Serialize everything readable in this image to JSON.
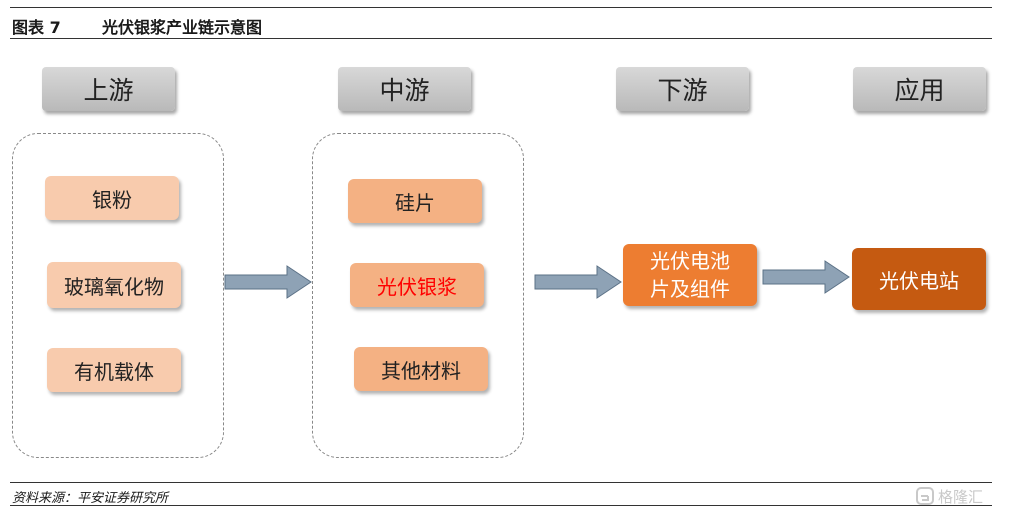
{
  "header": {
    "label": "图表 7",
    "title": "光伏银浆产业链示意图"
  },
  "stages": {
    "upstream": "上游",
    "midstream": "中游",
    "downstream": "下游",
    "application": "应用"
  },
  "upstream_items": [
    "银粉",
    "玻璃氧化物",
    "有机载体"
  ],
  "midstream_items": [
    "硅片",
    "光伏银浆",
    "其他材料"
  ],
  "downstream_item": {
    "line1": "光伏电池",
    "line2": "片及组件"
  },
  "application_item": "光伏电站",
  "footer": {
    "source": "资料来源：平安证券研究所",
    "watermark": "格隆汇"
  },
  "colors": {
    "light_orange": "#f8cbad",
    "mid_orange": "#f4b183",
    "orange": "#ed7d31",
    "dark_orange": "#c55a11",
    "highlight_text": "#ff0000",
    "stage_gray": "#bfbfbf",
    "arrow_fill": "#8ea2b5"
  }
}
